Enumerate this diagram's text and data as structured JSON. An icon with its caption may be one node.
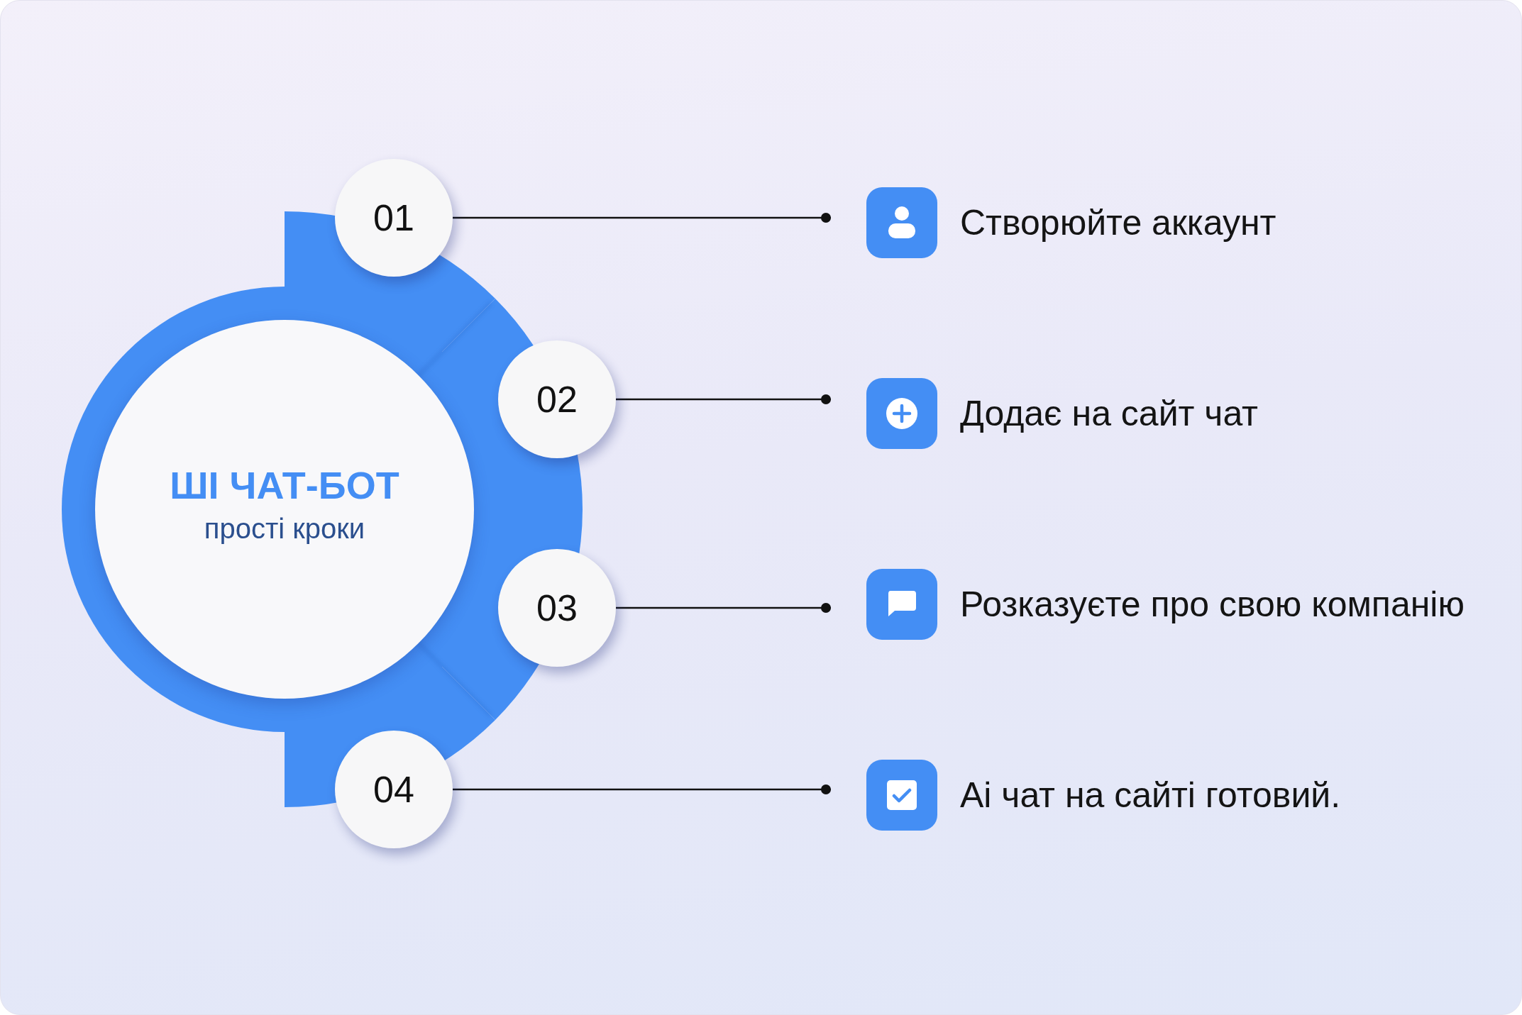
{
  "diagram": {
    "nodes": [
      {
        "text": [
          "ШІ ЧАТ-БОТ",
          "прості кроки"
        ]
      },
      {
        "text": [
          "01"
        ]
      },
      {
        "text": [
          "02"
        ]
      },
      {
        "text": [
          "03"
        ]
      },
      {
        "text": [
          "04"
        ]
      },
      {
        "text": [
          "Створюйте аккаунт"
        ]
      },
      {
        "text": [
          "Додає на сайт чат"
        ]
      },
      {
        "text": [
          "Розказуєте про свою компанію"
        ]
      },
      {
        "text": [
          "Аі чат на сайті готовий."
        ]
      }
    ],
    "edges": [
      {
        "from": 1,
        "to": 5,
        "arrow": "other"
      },
      {
        "from": 2,
        "to": 6,
        "arrow": "other"
      },
      {
        "from": 3,
        "to": 7,
        "arrow": "other"
      },
      {
        "from": 4,
        "to": 8,
        "arrow": "other"
      }
    ]
  }
}
